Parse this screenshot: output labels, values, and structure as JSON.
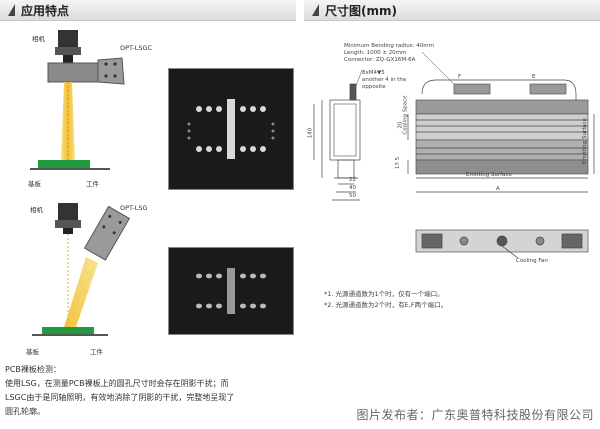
{
  "left": {
    "title": "应用特点",
    "diagram_top": {
      "camera_label": "相机",
      "light_label": "OPT-LSGC",
      "board_label": "基板",
      "work_label": "工件"
    },
    "diagram_bottom": {
      "camera_label": "相机",
      "light_label": "OPT-LSG",
      "board_label": "基板",
      "work_label": "工件"
    },
    "desc": [
      "PCB裸板检测：",
      "使用LSG，在测量PCB裸板上的圆孔尺寸时会存在阴影干扰；而",
      "LSGC由于是同轴照明，有效地消除了阴影的干扰，完整地呈现了",
      "圆孔轮廓。"
    ]
  },
  "right": {
    "title": "尺寸图(mm)",
    "spec": {
      "line1": "Minimum Bending radius: 40mm",
      "line2": "Length: 1000 ± 20mm",
      "line3": "Connector: ZQ-GX16M-6A"
    },
    "screw": {
      "line1": "8xM4▼5",
      "line2": "another 4 in the",
      "line3": "opposite"
    },
    "labels": {
      "cooling_space": "Cooling Space",
      "emitting_surface_v": "Emitting Surface",
      "emitting_surface_h": "Emitting Surface",
      "cooling_fan": "Cooling Fan",
      "f": "F",
      "e": "E",
      "a": "A"
    },
    "dims": {
      "d20": "20",
      "d140": "140",
      "d17_5": "17.5",
      "d22": "22",
      "d40": "40",
      "d50": "50"
    },
    "notes": [
      "*1. 光源通道数为1个时，仅有一个端口。",
      "*2. 光源通道数为2个时，有E,F两个端口。"
    ]
  },
  "footer": "图片发布者：广东奥普特科技股份有限公司",
  "colors": {
    "beam": "#f2c230",
    "board": "#1f9a3c",
    "housing": "#888888",
    "header_text": "#222222"
  }
}
